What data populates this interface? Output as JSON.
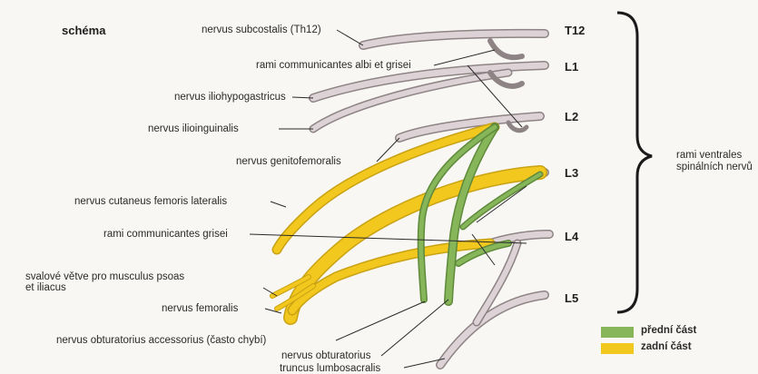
{
  "title": "schéma",
  "levels": [
    "T12",
    "L1",
    "L2",
    "L3",
    "L4",
    "L5"
  ],
  "labels": {
    "subcostalis": "nervus subcostalis (Th12)",
    "rami_albi": "rami communicantes albi et grisei",
    "iliohypogastricus": "nervus iliohypogastricus",
    "ilioinguinalis": "nervus ilioinguinalis",
    "genitofemoralis": "nervus genitofemoralis",
    "cutaneus": "nervus cutaneus femoris lateralis",
    "rami_grisei": "rami communicantes grisei",
    "svalove_1": "svalové větve pro musculus psoas",
    "svalove_2": "et iliacus",
    "femoralis": "nervus femoralis",
    "obturatorius_acc": "nervus obturatorius accessorius (často chybí)",
    "obturatorius": "nervus obturatorius",
    "truncus": "truncus lumbosacralis"
  },
  "brace_label": {
    "line1": "rami ventrales",
    "line2": "spinálních nervů"
  },
  "legend": [
    {
      "label": "přední část",
      "color": "#86b55a"
    },
    {
      "label": "zadní část",
      "color": "#f2c81e"
    }
  ],
  "colors": {
    "grey_nerve": "#ddd3d6",
    "grey_edge": "#8e8486",
    "green": "#86b55a",
    "yellow": "#f2c81e"
  }
}
